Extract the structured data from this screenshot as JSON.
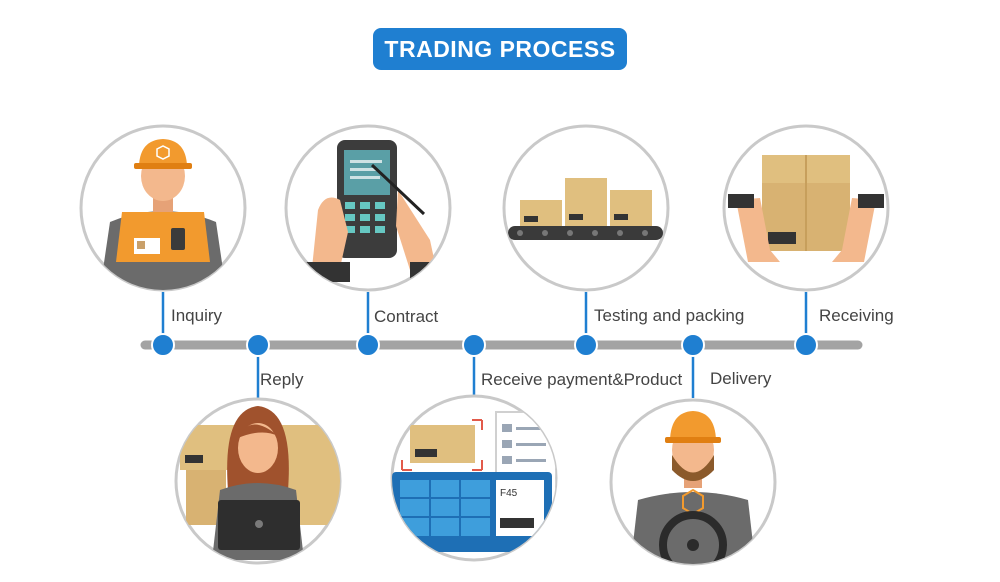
{
  "title": "TRADING PROCESS",
  "colors": {
    "accent": "#1f7fd1",
    "timeline": "#a3a3a3",
    "node": "#1f7fd1",
    "circle_border": "#c9c9c9",
    "box": "#e0bf7f",
    "helmet": "#f29a2e",
    "text": "#444444"
  },
  "steps": [
    {
      "label": "Inquiry"
    },
    {
      "label": "Reply"
    },
    {
      "label": "Contract"
    },
    {
      "label": "Receive payment&Product"
    },
    {
      "label": "Testing and packing"
    },
    {
      "label": "Delivery"
    },
    {
      "label": "Receiving"
    }
  ],
  "illustrations": {
    "delivery_truck_code": "F45"
  }
}
